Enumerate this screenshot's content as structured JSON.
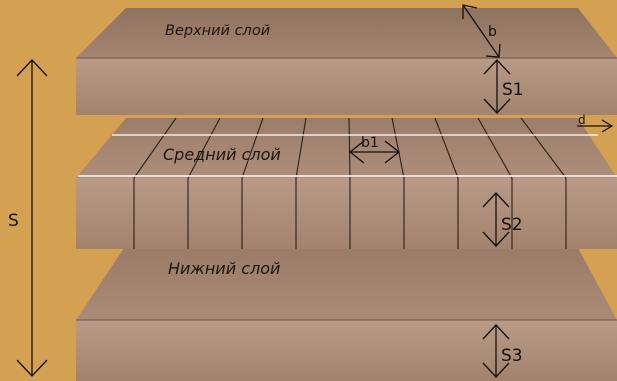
{
  "diagram": {
    "layers": {
      "top": {
        "label": "Верхний слой",
        "thickness_label": "S1"
      },
      "middle": {
        "label": "Средний слой",
        "thickness_label": "S2",
        "lamella_width_label": "b1"
      },
      "bottom": {
        "label": "Нижний слой",
        "thickness_label": "S3"
      }
    },
    "dimensions": {
      "total_thickness": "S",
      "width": "b",
      "depth": "d"
    },
    "colors": {
      "background": "#d4a052",
      "wood_top": "#9e7f6a",
      "wood_front": "#b0907c",
      "seam": "#2a211b",
      "gap_line": "#ffffff"
    }
  }
}
